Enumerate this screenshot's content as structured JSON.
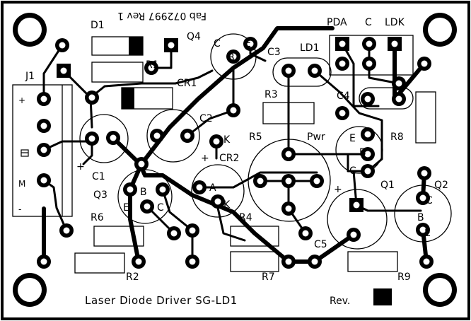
{
  "title": "Laser Diode Driver SG-LD1",
  "fab_label": "Fab 072997 Rev 1",
  "rev_label": "Rev.",
  "components": {
    "D1": "D1",
    "Q4": "Q4",
    "R1": "R1",
    "C3": "C3",
    "LD1": "LD1",
    "PDA": "PDA",
    "C_top": "C",
    "LDK": "LDK",
    "J1": "J1",
    "CR1": "CR1",
    "C2": "C2",
    "R3": "R3",
    "C4": "C4",
    "R5": "R5",
    "Pwr": "Pwr",
    "R8": "R8",
    "C1": "C1",
    "K": "K",
    "CR2": "CR2",
    "Q1": "Q1",
    "Q2": "Q2",
    "Q3": "Q3",
    "R6": "R6",
    "R4": "R4",
    "C5": "C5",
    "R2": "R2",
    "R7": "R7",
    "R9": "R9"
  },
  "pin_labels": {
    "q4_c": "C",
    "q4_b": "B",
    "q4_e": "E",
    "q1_e": "E",
    "q1_b": "B",
    "q1_c": "C",
    "q2_c": "C",
    "q2_b": "B",
    "q2_e": "E",
    "q3_b": "B",
    "q3_e": "E",
    "q3_c": "C",
    "cr2_a": "A",
    "cr2_k": "K"
  },
  "j1_labels": {
    "plus": "+",
    "m": "M",
    "minus": "-"
  },
  "polarity": {
    "c1": "+",
    "cr2": "+",
    "q1": "+"
  },
  "colors": {
    "copper": "#000000",
    "board": "#ffffff"
  }
}
